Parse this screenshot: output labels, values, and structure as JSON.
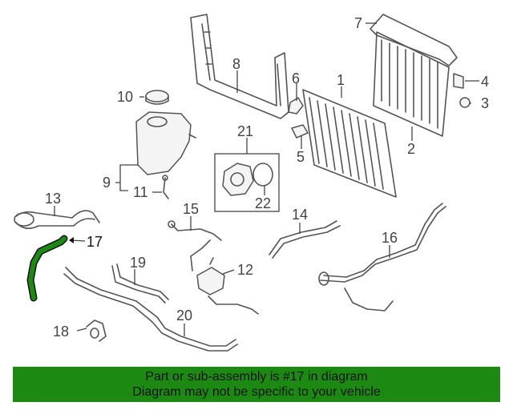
{
  "callouts": {
    "c1": "1",
    "c2": "2",
    "c3": "3",
    "c4": "4",
    "c5": "5",
    "c6": "6",
    "c7": "7",
    "c8": "8",
    "c9": "9",
    "c10": "10",
    "c11": "11",
    "c12": "12",
    "c13": "13",
    "c14": "14",
    "c15": "15",
    "c16": "16",
    "c17": "17",
    "c18": "18",
    "c19": "19",
    "c20": "20",
    "c21": "21",
    "c22": "22"
  },
  "highlight": {
    "part": "17",
    "color": "#1c8a12"
  },
  "banner": {
    "line1": "Part or sub-assembly is #17 in diagram",
    "line2": "Diagram may not be specific to your vehicle",
    "background": "#1c8a12"
  }
}
